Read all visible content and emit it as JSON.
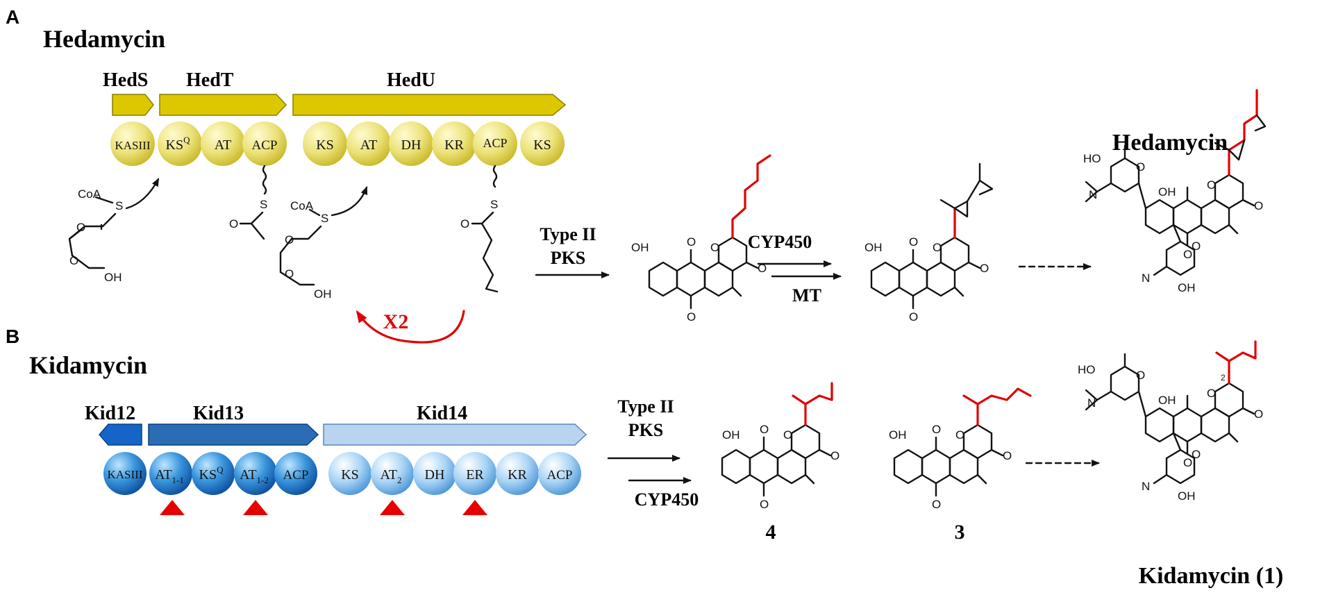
{
  "panels": {
    "a": {
      "letter": "A",
      "title": "Hedamycin"
    },
    "b": {
      "letter": "B",
      "title": "Kidamycin"
    }
  },
  "hedamycin_genes": {
    "hedS": "HedS",
    "hedT": "HedT",
    "hedU": "HedU",
    "color_fill": "#ddc800",
    "color_stroke": "#8a7d00"
  },
  "hedamycin_modules": {
    "kasiii": "KASIII",
    "ksq": "KS",
    "ksq_sup": "Q",
    "at": "AT",
    "acp": "ACP",
    "ks": "KS",
    "at2": "AT",
    "dh": "DH",
    "kr": "KR",
    "acp2": "ACP",
    "ks2": "KS"
  },
  "hedamycin_reagents": {
    "coa1": "CoA",
    "s1": "S",
    "o1": "O",
    "o2": "O",
    "oh1": "OH",
    "s_acp": "S",
    "o_acp": "O",
    "coa2": "CoA",
    "s2": "S",
    "o3": "O",
    "o4": "O",
    "oh2": "OH",
    "s_acp2": "S",
    "o_acp2": "O",
    "x2": "X2"
  },
  "hedamycin_steps": {
    "type2": "Type II",
    "pks": "PKS",
    "cyp450": "CYP450",
    "mt": "MT",
    "product_title": "Hedamycin"
  },
  "kidamycin_genes": {
    "kid12": "Kid12",
    "kid13": "Kid13",
    "kid14": "Kid14",
    "color_dark": "#1565c8",
    "color_mid": "#2a6db5",
    "color_light": "#b8d4ee"
  },
  "kidamycin_modules": {
    "kasiii": "KASIII",
    "at11": "AT",
    "at11_sub": "1-1",
    "ksq": "KS",
    "ksq_sup": "Q",
    "at12": "AT",
    "at12_sub": "1-2",
    "acp": "ACP",
    "ks": "KS",
    "at2": "AT",
    "at2_sub": "2",
    "dh": "DH",
    "er": "ER",
    "kr": "KR",
    "acp2": "ACP"
  },
  "kidamycin_steps": {
    "type2": "Type II",
    "pks": "PKS",
    "cyp450": "CYP450",
    "cmpd4": "4",
    "cmpd3": "3",
    "product_title": "Kidamycin (1)",
    "c2": "2"
  },
  "atoms": {
    "oh": "OH",
    "o": "O",
    "ho": "HO",
    "n": "N"
  }
}
